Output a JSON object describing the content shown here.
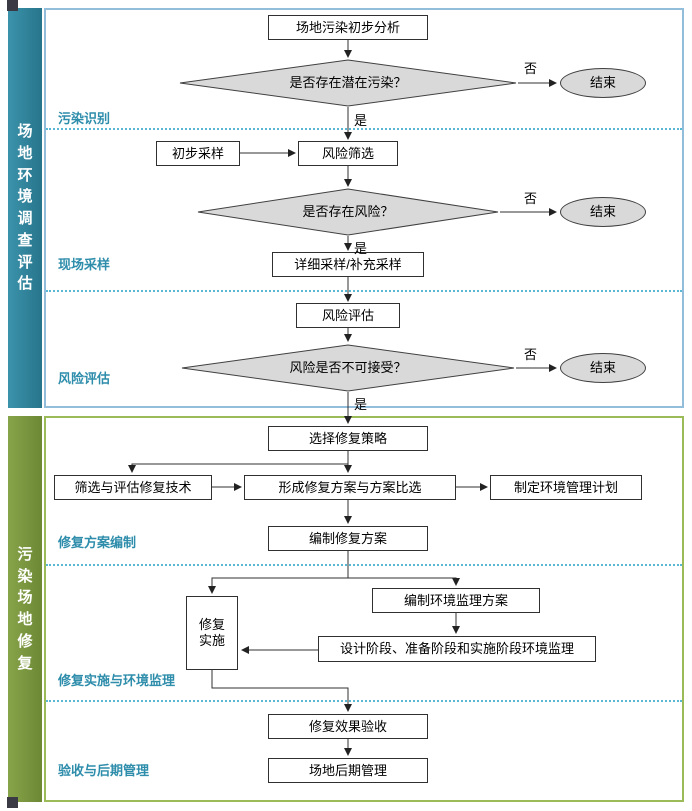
{
  "sidebar": {
    "top": "场地环境调查评估",
    "bottom": "污染场地修复"
  },
  "phase_labels": {
    "pollution_identification": "污染识别",
    "site_sampling": "现场采样",
    "risk_assessment": "风险评估",
    "plan_preparation": "修复方案编制",
    "implementation_supervision": "修复实施与环境监理",
    "acceptance_management": "验收与后期管理"
  },
  "nodes": {
    "preliminary_analysis": "场地污染初步分析",
    "preliminary_sampling": "初步采样",
    "risk_screening": "风险筛选",
    "detailed_sampling": "详细采样/补充采样",
    "risk_assessment": "风险评估",
    "select_strategy": "选择修复策略",
    "screen_evaluate_tech": "筛选与评估修复技术",
    "form_compare_plans": "形成修复方案与方案比选",
    "env_management_plan": "制定环境管理计划",
    "compile_remediation_plan": "编制修复方案",
    "supervision_plan": "编制环境监理方案",
    "remediation_implementation": "修复\n实施",
    "phase_supervision": "设计阶段、准备阶段和实施阶段环境监理",
    "effect_acceptance": "修复效果验收",
    "post_management": "场地后期管理"
  },
  "decisions": {
    "potential_pollution": {
      "question": "是否存在潜在污染？",
      "yes": "是",
      "no": "否",
      "end": "结束"
    },
    "risk_exists": {
      "question": "是否存在风险？",
      "yes": "是",
      "no": "否",
      "end": "结束"
    },
    "risk_unacceptable": {
      "question": "风险是否不可接受？",
      "yes": "是",
      "no": "否",
      "end": "结束"
    }
  },
  "colors": {
    "sidebar_top": "#31859C",
    "sidebar_bottom": "#77933C",
    "section_top_border": "#92BEDC",
    "section_bottom_border": "#9BBB59",
    "phase_label_text": "#2E8DAB",
    "decision_fill": "#D9D9D9",
    "divider_dotted": "#5BB8D5"
  }
}
